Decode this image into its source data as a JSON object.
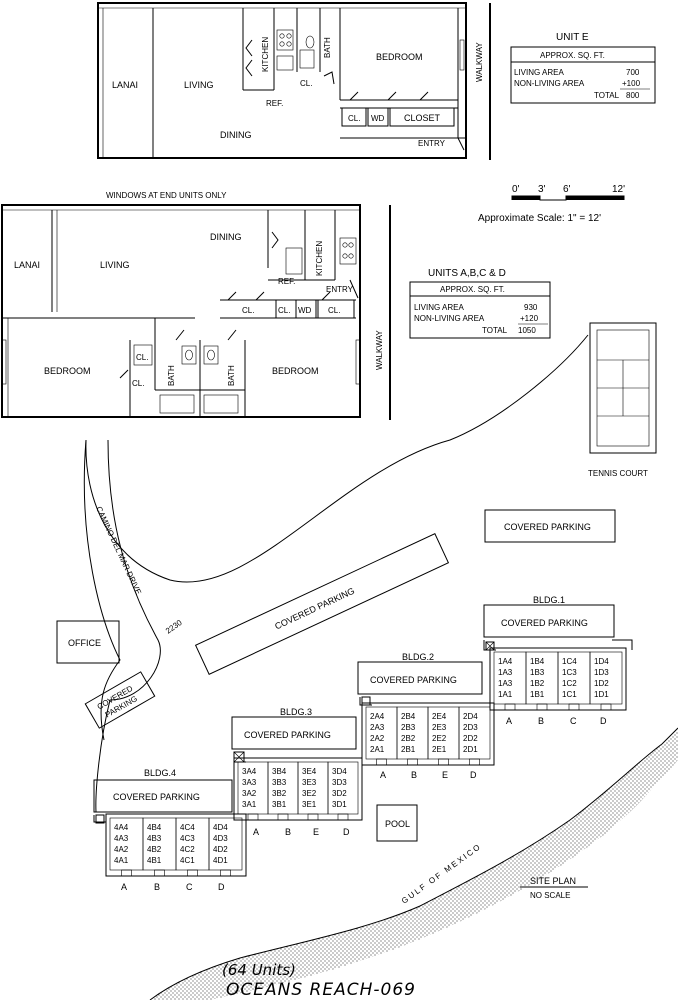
{
  "unit_e": {
    "title": "UNIT E",
    "table_header": "APPROX. SQ. FT.",
    "rows": [
      {
        "label": "LIVING AREA",
        "value": "700"
      },
      {
        "label": "NON-LIVING AREA",
        "value": "+100"
      },
      {
        "label": "TOTAL",
        "value": "800"
      }
    ],
    "rooms": {
      "lanai": "LANAI",
      "living": "LIVING",
      "dining": "DINING",
      "kitchen": "KITCHEN",
      "bath": "BATH",
      "cl": "CL.",
      "ref": "REF.",
      "bedroom": "BEDROOM",
      "closet": "CLOSET",
      "wd": "WD",
      "entry": "ENTRY",
      "walkway": "WALKWAY"
    }
  },
  "scale": {
    "ticks": [
      "0'",
      "3'",
      "6'",
      "12'"
    ],
    "text": "Approximate Scale: 1\" = 12'"
  },
  "units_abcd": {
    "title": "UNITS A,B,C & D",
    "table_header": "APPROX. SQ. FT.",
    "rows": [
      {
        "label": "LIVING AREA",
        "value": "930"
      },
      {
        "label": "NON-LIVING AREA",
        "value": "+120"
      },
      {
        "label": "TOTAL",
        "value": "1050"
      }
    ],
    "windows_note": "WINDOWS AT END UNITS ONLY",
    "rooms": {
      "lanai": "LANAI",
      "living": "LIVING",
      "dining": "DINING",
      "kitchen": "KITCHEN",
      "ref": "REF.",
      "entry": "ENTRY",
      "cl": "CL.",
      "wd": "WD",
      "bedroom": "BEDROOM",
      "bath": "BATH",
      "walkway": "WALKWAY"
    }
  },
  "site": {
    "tennis_court": "TENNIS COURT",
    "covered_parking": "COVERED PARKING",
    "covered_parking_stacked": [
      "COVERED",
      "PARKING"
    ],
    "road": "CAMINO DEL MAR DRIVE",
    "address": "2230",
    "office": "OFFICE",
    "pool": "POOL",
    "gulf": "GULF OF MEXICO",
    "site_plan": "SITE PLAN",
    "no_scale": "NO SCALE",
    "units_count": "(64 Units)",
    "property": "OCEANS REACH-069"
  },
  "buildings": [
    {
      "name": "BLDG.1",
      "columns": [
        "A",
        "B",
        "C",
        "D"
      ],
      "units": [
        [
          "1A4",
          "1A3",
          "1A3",
          "1A1"
        ],
        [
          "1B4",
          "1B3",
          "1B2",
          "1B1"
        ],
        [
          "1C4",
          "1C3",
          "1C2",
          "1C1"
        ],
        [
          "1D4",
          "1D3",
          "1D2",
          "1D1"
        ]
      ]
    },
    {
      "name": "BLDG.2",
      "columns": [
        "A",
        "B",
        "E",
        "D"
      ],
      "units": [
        [
          "2A4",
          "2A3",
          "2A2",
          "2A1"
        ],
        [
          "2B4",
          "2B3",
          "2B2",
          "2B1"
        ],
        [
          "2E4",
          "2E3",
          "2E2",
          "2E1"
        ],
        [
          "2D4",
          "2D3",
          "2D2",
          "2D1"
        ]
      ]
    },
    {
      "name": "BLDG.3",
      "columns": [
        "A",
        "B",
        "E",
        "D"
      ],
      "units": [
        [
          "3A4",
          "3A3",
          "3A2",
          "3A1"
        ],
        [
          "3B4",
          "3B3",
          "3B2",
          "3B1"
        ],
        [
          "3E4",
          "3E3",
          "3E2",
          "3E1"
        ],
        [
          "3D4",
          "3D3",
          "3D2",
          "3D1"
        ]
      ]
    },
    {
      "name": "BLDG.4",
      "columns": [
        "A",
        "B",
        "C",
        "D"
      ],
      "units": [
        [
          "4A4",
          "4A3",
          "4A2",
          "4A1"
        ],
        [
          "4B4",
          "4B3",
          "4B2",
          "4B1"
        ],
        [
          "4C4",
          "4C3",
          "4C2",
          "4C1"
        ],
        [
          "4D4",
          "4D3",
          "4D2",
          "4D1"
        ]
      ]
    }
  ]
}
